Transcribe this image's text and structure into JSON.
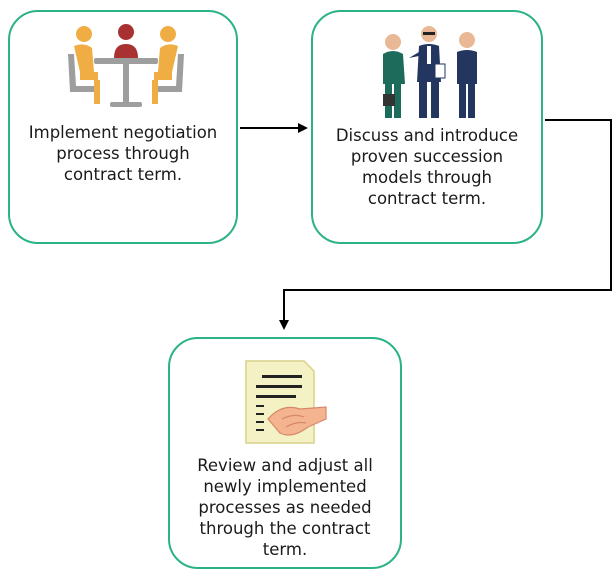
{
  "steps": [
    {
      "text": "Implement negotiation\nprocess through\ncontract term.",
      "icon": "meeting-table-icon"
    },
    {
      "text": "Discuss and introduce\nproven succession\nmodels through\ncontract term.",
      "icon": "business-people-discussion-icon"
    },
    {
      "text": "Review and adjust all\nnewly implemented\nprocesses as needed\nthrough the contract\nterm.",
      "icon": "contract-handshake-icon"
    }
  ],
  "colors": {
    "box_border": "#2bb383",
    "arrow": "#000000",
    "text": "#1a1a1a"
  }
}
